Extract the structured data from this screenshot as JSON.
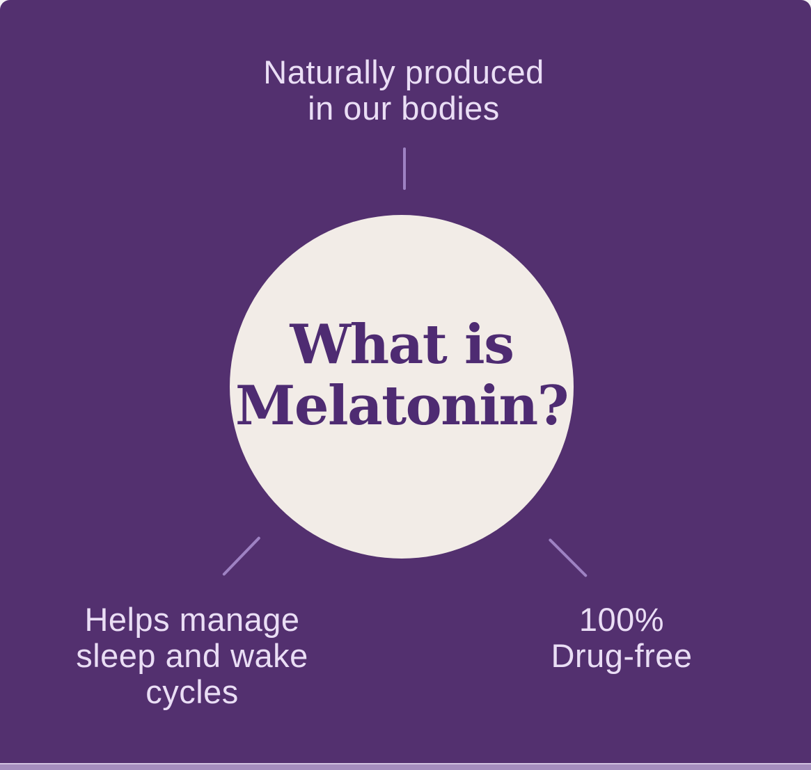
{
  "theme": {
    "page_bg": "#f5f3f5",
    "panel_bg": "#53306f",
    "circle_bg": "#f2ece7",
    "title_color": "#4e2b72",
    "label_color": "#eadef5",
    "connector_color": "#9e82c3",
    "strip_bg": "#a58dbe",
    "strip_edge": "#d3c3e1"
  },
  "infographic": {
    "title": {
      "line1": "What is",
      "line2": "Melatonin?"
    },
    "labels": {
      "top": "Naturally produced\nin our bodies",
      "bottom_left": "Helps manage\nsleep and wake\ncycles",
      "bottom_right": "100%\nDrug-free"
    }
  }
}
